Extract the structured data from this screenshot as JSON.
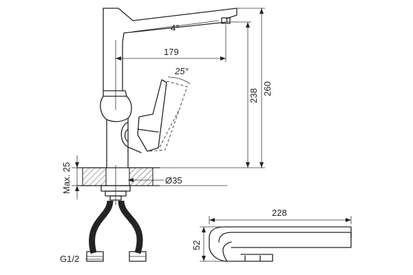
{
  "dimensions": {
    "spout_angle": "4°",
    "spout_reach": "179",
    "lever_angle": "25°",
    "height_238": "238",
    "height_260": "260",
    "max_thickness": "Max. 25",
    "hole_diameter": "Ø35",
    "thread": "G1/2",
    "top_length": "228",
    "top_height": "52"
  }
}
